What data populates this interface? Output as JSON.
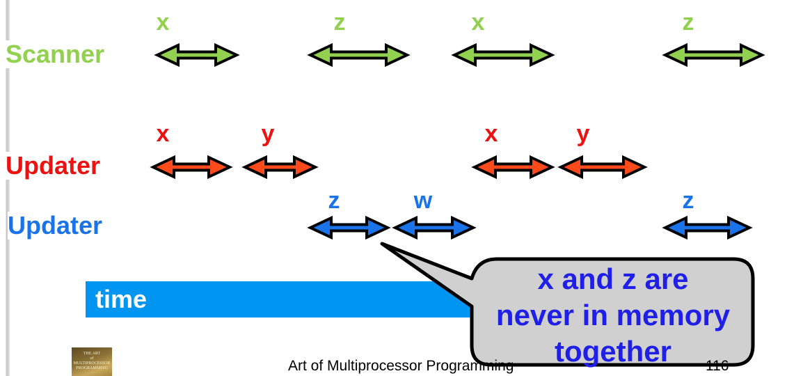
{
  "rows": {
    "scanner": {
      "label": "Scanner",
      "color": "#92d050"
    },
    "updater_red": {
      "label": "Updater",
      "color": "#ee1111"
    },
    "updater_blue": {
      "label": "Updater",
      "color": "#1a73e8"
    }
  },
  "ops": {
    "scanner": [
      "x",
      "z",
      "x",
      "z"
    ],
    "updater_red": [
      "x",
      "y",
      "x",
      "y"
    ],
    "updater_blue": [
      "z",
      "w",
      "z"
    ]
  },
  "arrow_colors": {
    "green": "#92d050",
    "red": "#ff4a1c",
    "blue": "#1a73e8",
    "outline": "#000000"
  },
  "timebar": {
    "label": "time",
    "color": "#0095f0"
  },
  "callout": {
    "lines": [
      "x and z are",
      "never in memory",
      "together"
    ],
    "fill": "#d0d0d0",
    "text_color": "#1f1fe8"
  },
  "footer": {
    "title": "Art of Multiprocessor Programming",
    "page": "116",
    "book_cover_text": [
      "THE ART",
      "of",
      "MULTIPROCESSOR",
      "PROGRAMMING"
    ]
  }
}
